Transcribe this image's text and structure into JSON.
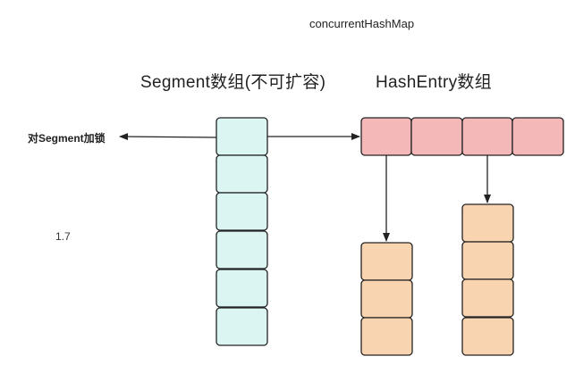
{
  "title": "concurrentHashMap",
  "segment_label": "Segment数组(不可扩容)",
  "hashentry_label": "HashEntry数组",
  "lock_label": "对Segment加锁",
  "version_label": "1.7",
  "colors": {
    "segment_fill": "#dbf5f3",
    "hashentry_fill": "#f5b8b8",
    "node_fill": "#f9d4b0",
    "stroke": "#222222"
  },
  "structure": {
    "segment_count": 6,
    "hashentry_count": 4,
    "linked_lists": [
      {
        "from_hashentry_index": 0,
        "node_count": 3
      },
      {
        "from_hashentry_index": 2,
        "node_count": 4
      }
    ]
  }
}
